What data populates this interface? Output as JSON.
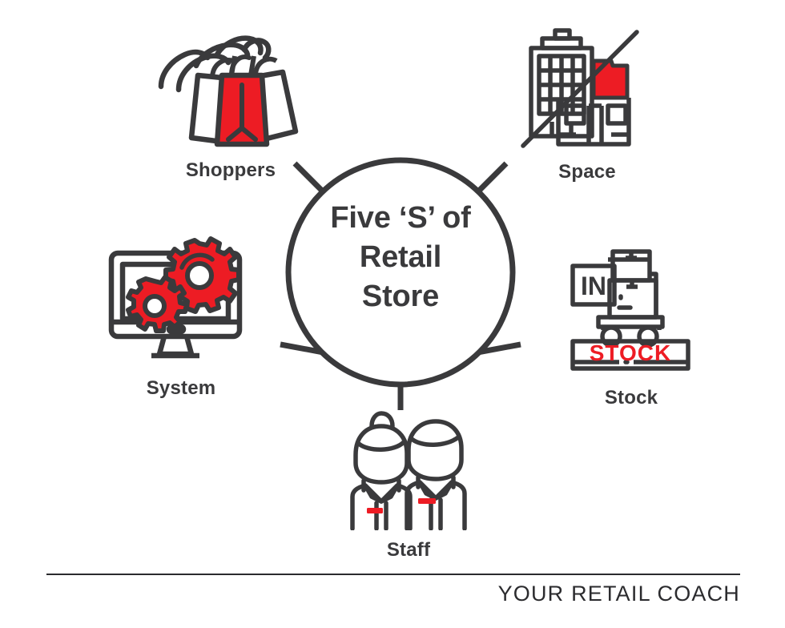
{
  "diagram": {
    "title_lines": [
      "Five ‘S’ of",
      "Retail",
      "Store"
    ],
    "title_full": "Five ‘S’ of Retail Store",
    "colors": {
      "accent_red": "#ED1C24",
      "dark_gray": "#3A3A3C",
      "footer_gray": "#2B2B2E",
      "background": "#FFFFFF"
    },
    "nodes": [
      {
        "id": "shoppers",
        "label": "Shoppers",
        "icon": "shopping-bags-hand-icon",
        "position": "top-left"
      },
      {
        "id": "space",
        "label": "Space",
        "icon": "building-split-icon",
        "position": "top-right"
      },
      {
        "id": "system",
        "label": "System",
        "icon": "monitor-gears-icon",
        "position": "left"
      },
      {
        "id": "stock",
        "label": "Stock",
        "icon": "in-stock-cart-icon",
        "position": "right"
      },
      {
        "id": "staff",
        "label": "Staff",
        "icon": "two-employees-icon",
        "position": "bottom"
      }
    ],
    "icon_text": {
      "stock_sign": "IN",
      "stock_banner": "STOCK"
    },
    "spokes": 5
  },
  "footer": {
    "brand": "YOUR RETAIL COACH"
  }
}
